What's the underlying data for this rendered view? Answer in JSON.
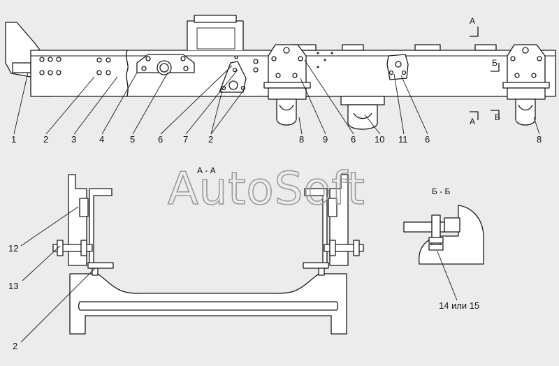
{
  "watermark": "AutoSoft",
  "section_labels": {
    "aa_top": "A",
    "aa_bottom": "A",
    "bb_top": "Б",
    "bb_bottom": "Б",
    "view_aa": "А - А",
    "view_bb": "Б - Б"
  },
  "callouts": [
    {
      "id": "c1",
      "text": "1"
    },
    {
      "id": "c2",
      "text": "2"
    },
    {
      "id": "c3",
      "text": "3"
    },
    {
      "id": "c4",
      "text": "4"
    },
    {
      "id": "c5",
      "text": "5"
    },
    {
      "id": "c6",
      "text": "6"
    },
    {
      "id": "c7",
      "text": "7"
    },
    {
      "id": "c8",
      "text": "2"
    },
    {
      "id": "c9",
      "text": "8"
    },
    {
      "id": "c10",
      "text": "9"
    },
    {
      "id": "c11",
      "text": "6"
    },
    {
      "id": "c12",
      "text": "10"
    },
    {
      "id": "c13",
      "text": "11"
    },
    {
      "id": "c14",
      "text": "6"
    },
    {
      "id": "c15",
      "text": "8"
    },
    {
      "id": "c16",
      "text": "12"
    },
    {
      "id": "c17",
      "text": "13"
    },
    {
      "id": "c18",
      "text": "2"
    },
    {
      "id": "c19",
      "text": "14 или 15"
    }
  ]
}
